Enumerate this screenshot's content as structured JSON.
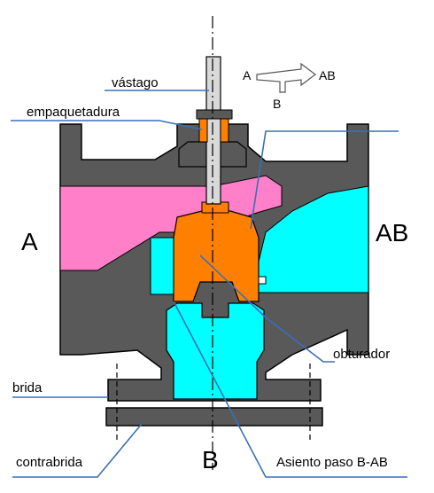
{
  "labels": {
    "vastago": "vástago",
    "empaquetadura": "empaquetadura",
    "port_a": "A",
    "port_ab": "AB",
    "port_b": "B",
    "obturador": "obturador",
    "brida": "brida",
    "contrabrida": "contrabrida",
    "asiento": "Asiento paso B-AB"
  },
  "legend": {
    "a": "A",
    "ab": "AB",
    "b": "B"
  },
  "colors": {
    "body": "#595959",
    "body_outline": "#000000",
    "port_a_fluid": "#ff7fc8",
    "port_b_fluid": "#00ffff",
    "plug": "#ff8000",
    "stem": "#d9d9d9",
    "leader": "#3a6fb8"
  }
}
